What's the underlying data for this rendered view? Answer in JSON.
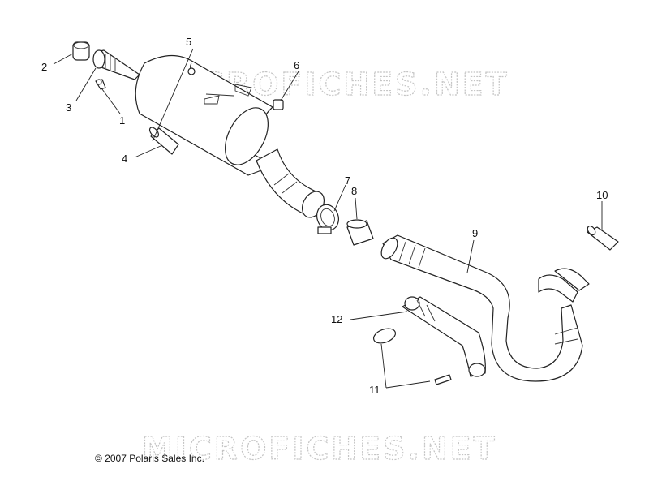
{
  "watermark_text": "MICROFICHES.NET",
  "copyright": "© 2007 Polaris Sales Inc.",
  "callouts": {
    "c1": "1",
    "c2": "2",
    "c3": "3",
    "c4": "4",
    "c5": "5",
    "c6": "6",
    "c7": "7",
    "c8": "8",
    "c9": "9",
    "c10": "10",
    "c11": "11",
    "c12": "12"
  }
}
